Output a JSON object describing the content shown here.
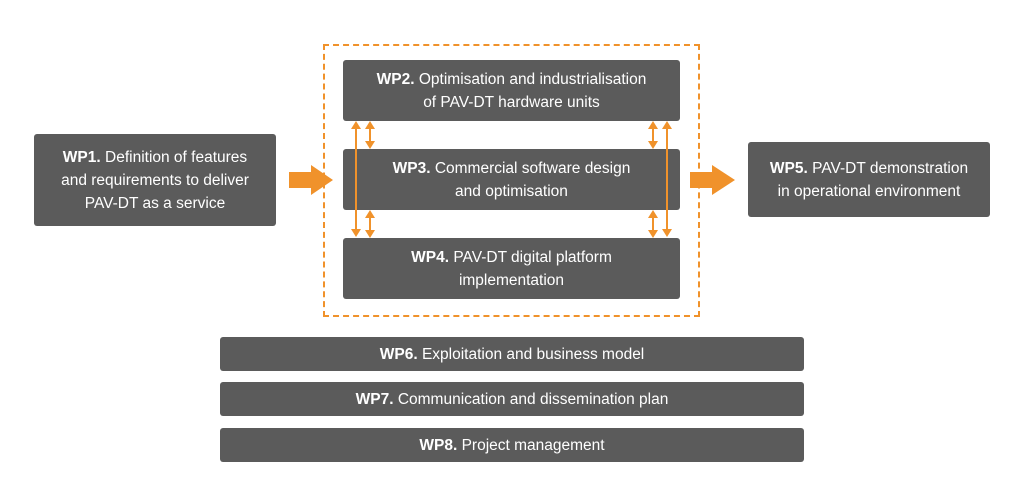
{
  "colors": {
    "box": "#5b5b5b",
    "text": "#ffffff",
    "accent": "#f0922b",
    "background": "#ffffff"
  },
  "wp1": {
    "code": "WP1.",
    "lines": [
      " Definition of features",
      "and requirements to deliver",
      "PAV-DT as a service"
    ]
  },
  "wp2": {
    "code": "WP2.",
    "lines": [
      " Optimisation and industrialisation",
      "of PAV-DT hardware units"
    ]
  },
  "wp3": {
    "code": "WP3.",
    "lines": [
      " Commercial software design",
      "and optimisation"
    ]
  },
  "wp4": {
    "code": "WP4.",
    "lines": [
      " PAV-DT digital platform",
      "implementation"
    ]
  },
  "wp5": {
    "code": "WP5.",
    "lines": [
      " PAV-DT demonstration",
      "in operational environment"
    ]
  },
  "wp6": {
    "code": "WP6.",
    "text": " Exploitation and business model"
  },
  "wp7": {
    "code": "WP7.",
    "text": " Communication and dissemination plan"
  },
  "wp8": {
    "code": "WP8.",
    "text": " Project management"
  },
  "connectors": {
    "wp1_to_core": "right-arrow",
    "core_to_wp5": "right-arrow",
    "wp2_wp3": "double-arrow",
    "wp3_wp4": "double-arrow",
    "wp2_wp4": "double-arrow"
  }
}
